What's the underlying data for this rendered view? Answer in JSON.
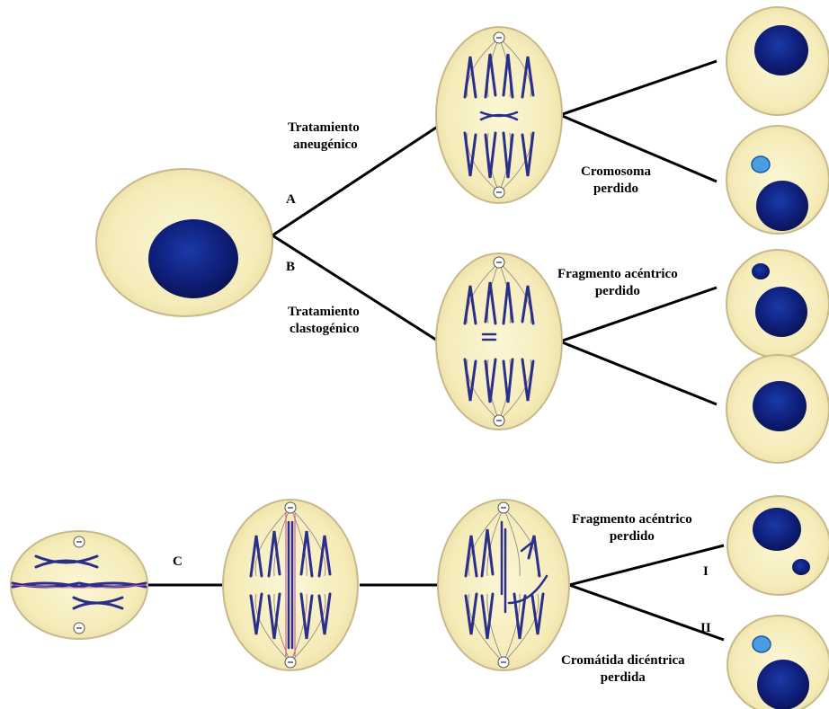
{
  "labels": {
    "branch_a": "A",
    "branch_b": "B",
    "branch_c": "C",
    "aneugenic_line1": "Tratamiento",
    "aneugenic_line2": "aneugénico",
    "clastogenic_line1": "Tratamiento",
    "clastogenic_line2": "clastogénico",
    "lost_chromosome_line1": "Cromosoma",
    "lost_chromosome_line2": "perdido",
    "acentric_top_line1": "Fragmento acéntrico",
    "acentric_top_line2": "perdido",
    "acentric_bottom_line1": "Fragmento acéntrico",
    "acentric_bottom_line2": "perdido",
    "outcome_i": "I",
    "outcome_ii": "II",
    "dicentric_line1": "Cromátida dicéntrica",
    "dicentric_line2": "perdida"
  },
  "colors": {
    "cell_fill": "#f7efbe",
    "cell_stroke": "#c9b98a",
    "nucleus": "#0f1f7a",
    "micronucleus_light": "#4a9de0",
    "chromosome": "#2b2f8a",
    "spindle": "#7a6a70",
    "line": "#000000"
  }
}
